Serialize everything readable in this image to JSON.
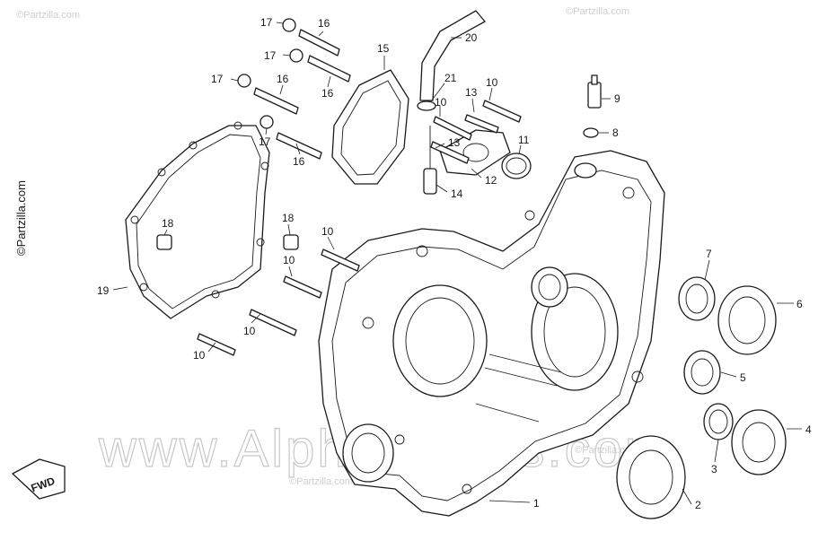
{
  "watermark": "www.AlphaSports.com",
  "copyright": "©Partzilla.com",
  "small_watermark": "©Partzilla.com",
  "direction_label": "FWD",
  "callouts": [
    {
      "id": "c1",
      "label": "1"
    },
    {
      "id": "c2",
      "label": "2"
    },
    {
      "id": "c3",
      "label": "3"
    },
    {
      "id": "c4",
      "label": "4"
    },
    {
      "id": "c5",
      "label": "5"
    },
    {
      "id": "c6",
      "label": "6"
    },
    {
      "id": "c7",
      "label": "7"
    },
    {
      "id": "c8",
      "label": "8"
    },
    {
      "id": "c9",
      "label": "9"
    },
    {
      "id": "c10a",
      "label": "10"
    },
    {
      "id": "c10b",
      "label": "10"
    },
    {
      "id": "c10c",
      "label": "10"
    },
    {
      "id": "c10d",
      "label": "10"
    },
    {
      "id": "c10e",
      "label": "10"
    },
    {
      "id": "c10f",
      "label": "10"
    },
    {
      "id": "c11",
      "label": "11"
    },
    {
      "id": "c12",
      "label": "12"
    },
    {
      "id": "c13a",
      "label": "13"
    },
    {
      "id": "c13b",
      "label": "13"
    },
    {
      "id": "c14",
      "label": "14"
    },
    {
      "id": "c15",
      "label": "15"
    },
    {
      "id": "c16a",
      "label": "16"
    },
    {
      "id": "c16b",
      "label": "16"
    },
    {
      "id": "c16c",
      "label": "16"
    },
    {
      "id": "c16d",
      "label": "16"
    },
    {
      "id": "c17a",
      "label": "17"
    },
    {
      "id": "c17b",
      "label": "17"
    },
    {
      "id": "c17c",
      "label": "17"
    },
    {
      "id": "c17d",
      "label": "17"
    },
    {
      "id": "c18a",
      "label": "18"
    },
    {
      "id": "c18b",
      "label": "18"
    },
    {
      "id": "c19",
      "label": "19"
    },
    {
      "id": "c20",
      "label": "20"
    },
    {
      "id": "c21",
      "label": "21"
    }
  ]
}
